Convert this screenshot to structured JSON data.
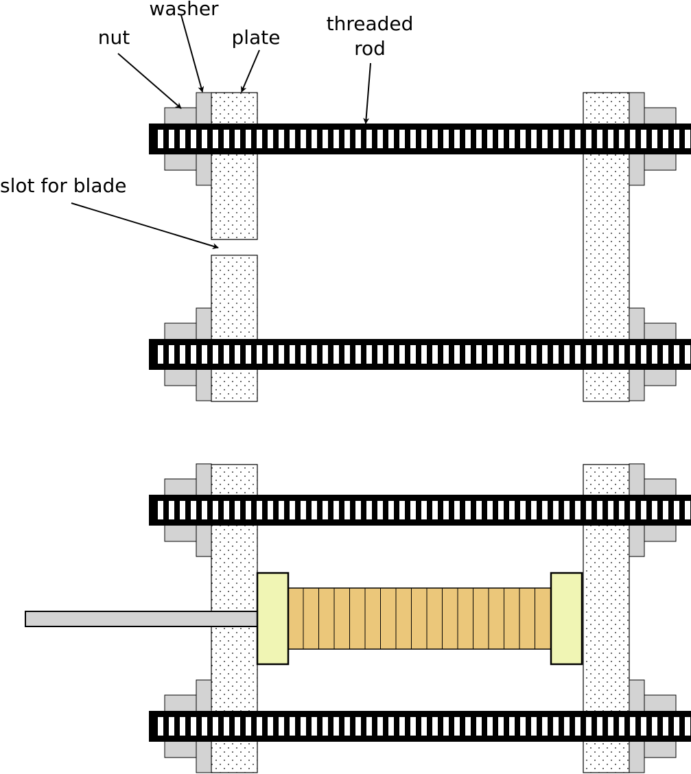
{
  "labels": {
    "nut": "nut",
    "washer": "washer",
    "plate": "plate",
    "threaded_rod_line1": "threaded",
    "threaded_rod_line2": "rod",
    "slot_for_blade": "slot for blade"
  },
  "colors": {
    "nut": "#d3d3d3",
    "washer": "#d3d3d3",
    "plate": "#ffffff",
    "rod_dark": "#000000",
    "rod_light": "#ffffff",
    "roller_end": "#f0f5b4",
    "roller_body": "#ebc77a",
    "blade": "#d3d3d3"
  },
  "icons": {
    "arrow": "arrowhead"
  }
}
